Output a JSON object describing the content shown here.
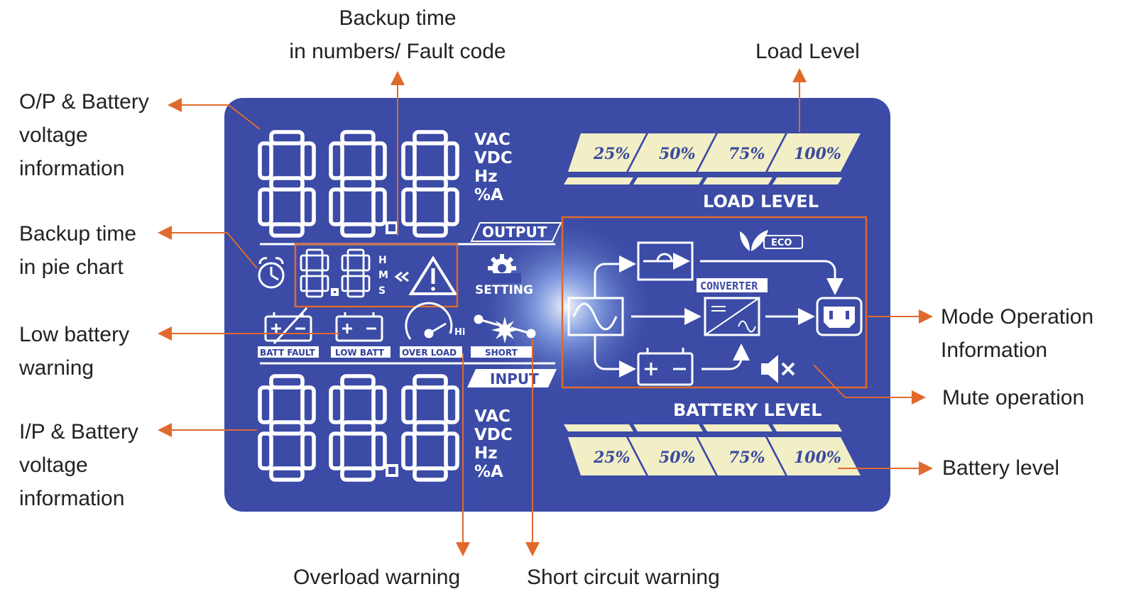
{
  "callouts": {
    "backup_time_line1": "Backup time",
    "backup_time_line2": "in numbers/ Fault code",
    "load_level": "Load Level",
    "op_battery_line1": "O/P & Battery",
    "op_battery_line2": "voltage",
    "op_battery_line3": "information",
    "backup_pie_line1": "Backup time",
    "backup_pie_line2": "in pie chart",
    "low_battery_line1": "Low battery",
    "low_battery_line2": "warning",
    "ip_battery_line1": "I/P & Battery",
    "ip_battery_line2": "voltage",
    "ip_battery_line3": "information",
    "mode_operation_line1": "Mode Operation",
    "mode_operation_line2": "Information",
    "mute_operation": "Mute operation",
    "battery_level": "Battery level",
    "overload_warning": "Overload warning",
    "short_circuit_warning": "Short circuit warning"
  },
  "lcd": {
    "output_units": [
      "VAC",
      "VDC",
      "Hz",
      "%A"
    ],
    "input_units": [
      "VAC",
      "VDC",
      "Hz",
      "%A"
    ],
    "output_label": "OUTPUT",
    "input_label": "INPUT",
    "setting_label": "SETTING",
    "time_units": [
      "H",
      "M",
      "S"
    ],
    "load_level_label": "LOAD LEVEL",
    "battery_level_label": "BATTERY LEVEL",
    "load_levels": [
      "25%",
      "50%",
      "75%",
      "100%"
    ],
    "battery_levels": [
      "25%",
      "50%",
      "75%",
      "100%"
    ],
    "status_boxes": [
      "BATT FAULT",
      "LOW BATT",
      "OVER LOAD",
      "SHORT"
    ],
    "converter_label": "CONVERTER",
    "eco_label": "ECO",
    "overload_hi": "Hi"
  },
  "colors": {
    "lcd_background": "#3b4ba6",
    "segment": "#ffffff",
    "callout_line": "#e06a2c",
    "level_bar": "#f2efc6"
  }
}
